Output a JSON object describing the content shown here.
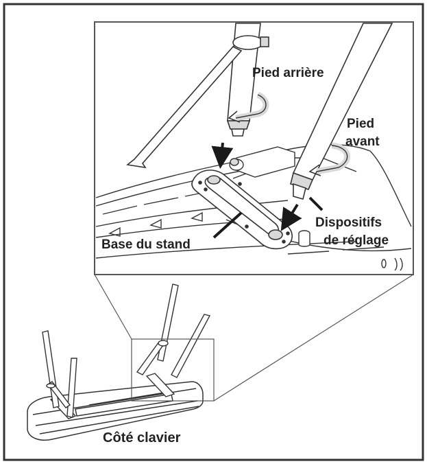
{
  "labels": {
    "rear_leg": "Pied arrière",
    "front_leg_line1": "Pied",
    "front_leg_line2": "avant",
    "adjusters_line1": "Dispositifs",
    "adjusters_line2": "de réglage",
    "stand_base": "Base du stand",
    "keyboard_side": "Côté clavier"
  },
  "colors": {
    "ink": "#222222",
    "frame": "#333333",
    "arrow": "#1a1a1a",
    "background": "#ffffff",
    "shade": "#d9d9d9"
  }
}
